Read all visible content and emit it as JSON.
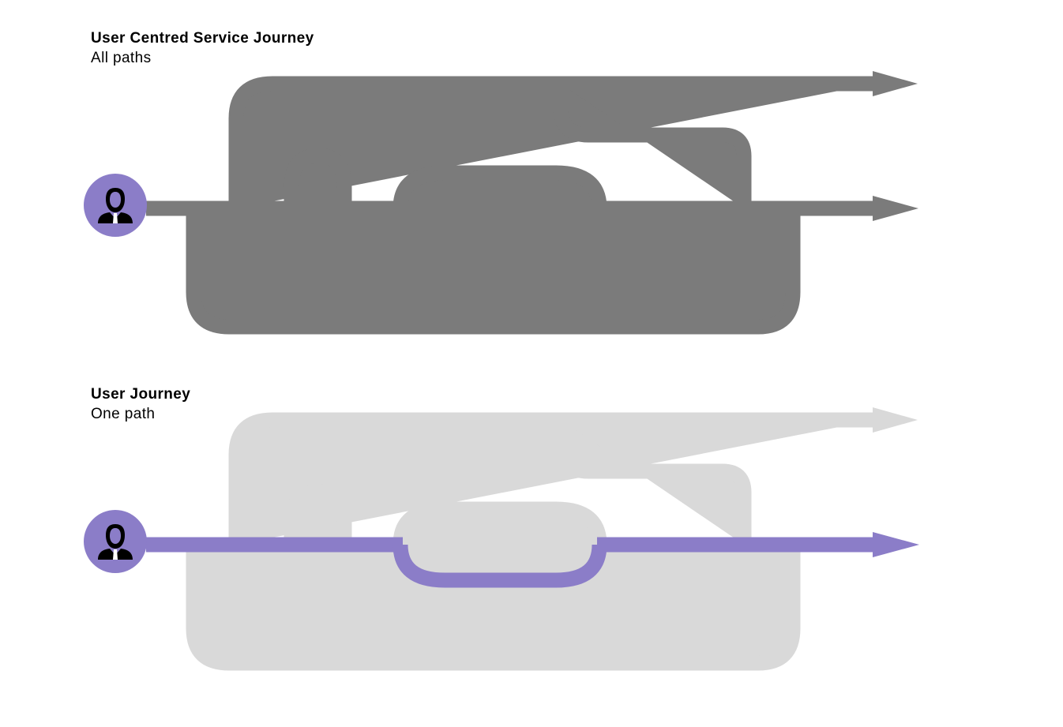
{
  "colors": {
    "active_path": "#8b7dc8",
    "all_paths": "#7b7b7b",
    "muted_paths": "#d9d9d9",
    "user_circle": "#8b7dc8",
    "user_icon": "#000000"
  },
  "icons": {
    "user": "user-icon"
  },
  "diagrams": [
    {
      "id": "all-paths",
      "title": "User Centred Service Journey",
      "subtitle": "All paths",
      "highlight": false
    },
    {
      "id": "one-path",
      "title": "User Journey",
      "subtitle": "One path",
      "highlight": true
    }
  ]
}
